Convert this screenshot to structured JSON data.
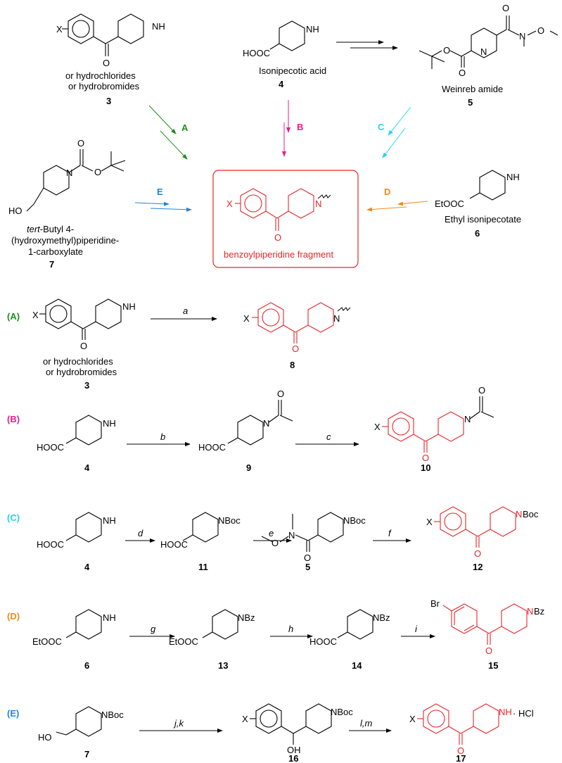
{
  "colors": {
    "A": "#1e8c1e",
    "B": "#e0218a",
    "C": "#1ed6f0",
    "D": "#f28a1c",
    "E": "#1f86d9",
    "highlight": "#e8262b"
  },
  "top": {
    "compound3": {
      "line1": "or hydrochlorides",
      "line2": "or hydrobromides",
      "number": "3"
    },
    "compound4": {
      "name": "Isonipecotic acid",
      "number": "4"
    },
    "compound5": {
      "name": "Weinreb amide",
      "number": "5"
    },
    "compound6": {
      "name": "Ethyl isonipecotate",
      "number": "6"
    },
    "compound7": {
      "line1_italic": "tert",
      "line1_rest": "-Butyl 4-",
      "line2": "(hydroxymethyl)piperidine-",
      "line3": "1-carboxylate",
      "number": "7"
    },
    "center_label": "benzoylpiperidine fragment",
    "route_labels": {
      "A": "A",
      "B": "B",
      "C": "C",
      "D": "D",
      "E": "E"
    }
  },
  "routes": {
    "A": {
      "tag": "(A)",
      "reagents": [
        "a"
      ],
      "compound3": {
        "line1": "or hydrochlorides",
        "line2": "or hydrobromides",
        "number": "3"
      },
      "product_number": "8"
    },
    "B": {
      "tag": "(B)",
      "reagents": [
        "b",
        "c"
      ],
      "numbers": [
        "4",
        "9",
        "10"
      ]
    },
    "C": {
      "tag": "(C)",
      "reagents": [
        "d",
        "e",
        "f"
      ],
      "numbers": [
        "4",
        "11",
        "5",
        "12"
      ]
    },
    "D": {
      "tag": "(D)",
      "reagents": [
        "g",
        "h",
        "i"
      ],
      "numbers": [
        "6",
        "13",
        "14",
        "15"
      ]
    },
    "E": {
      "tag": "(E)",
      "reagents": [
        "j,k",
        "l,m"
      ],
      "numbers": [
        "7",
        "16",
        "17"
      ]
    }
  },
  "atoms": {
    "NH": "NH",
    "N": "N",
    "O": "O",
    "X": "X",
    "HOOC": "HOOC",
    "EtOOC": "EtOOC",
    "HO": "HO",
    "OH": "OH",
    "NBoc": "NBoc",
    "NBz": "NBz",
    "Br": "Br",
    "HCl": "· HCl"
  }
}
